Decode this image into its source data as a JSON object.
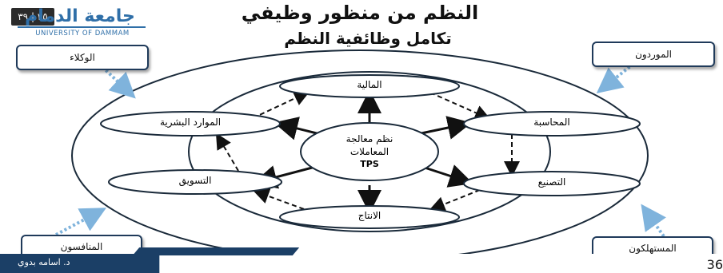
{
  "title": "النظم من منظور وظيفي",
  "subtitle": "تكامل وظائفية النظم",
  "slide_badge": "٣٥ | ٣٩",
  "logo": {
    "arabic": "جامعة الدمام",
    "english": "UNIVERSITY OF DAMMAM"
  },
  "external": {
    "agents": "الوكلاء",
    "suppliers": "الموردون",
    "competitors": "المنافسون",
    "consumers": "المستهلكون"
  },
  "nodes": {
    "center_line1": "نظم معالجة",
    "center_line2": "المعاملات",
    "center_line3": "TPS",
    "finance": "المالية",
    "accounting": "المحاسبة",
    "manufacturing": "التصنيع",
    "production": "الانتاج",
    "marketing": "التسويق",
    "hr": "الموارد البشرية"
  },
  "footer": {
    "author": "د. اسامه بدوي",
    "page": "36"
  },
  "colors": {
    "navy": "#1b3f66",
    "dotted_arrow": "#7fb3dc",
    "stroke": "#1a2a3a"
  }
}
